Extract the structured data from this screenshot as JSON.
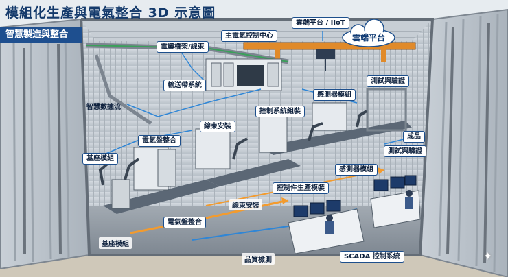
{
  "title": "模組化生產與電氣整合 3D 示意圖",
  "subtitle": "智慧製造與整合",
  "labels": {
    "cloud_iot": "雲端平台 / IIoT",
    "cloud": "雲端平台",
    "main_control": "主電氣控制中心",
    "cable_tray": "電纜橋架/線束",
    "conveyor": "輸送帶系統",
    "data_flow": "智慧數據流",
    "sensor_module": "感測器模組",
    "test_verify_top": "測試與驗證",
    "control_assembly": "控制系統組裝",
    "harness_install_top": "線束安裝",
    "panel_integration_top": "電氣盤整合",
    "base_module_left": "基座模組",
    "product": "成品",
    "test_verify_right": "測試與驗證",
    "sensor_module_right": "感測器模組",
    "controller_production": "控制件生產模裝",
    "harness_install_floor": "線束安裝",
    "panel_integration_floor": "電氣盤整合",
    "base_module_floor": "基座模組",
    "quality_check": "品質檢測",
    "scada": "SCADA 控制系統"
  },
  "colors": {
    "container_wall": "#c5ccd3",
    "door": "#b9c1c9",
    "floor": "#8f98a1",
    "conveyor": "#5b6775",
    "crane": "#e08a2a",
    "flow_blue": "#2f86d6",
    "flow_orange": "#f39b2e",
    "label_border": "#1d4f8c"
  },
  "icons": [
    "cloud-icon",
    "robot-arm-icon",
    "crane-icon",
    "monitor-icon",
    "operator-icon",
    "cabinet-icon",
    "sparkle-icon"
  ]
}
